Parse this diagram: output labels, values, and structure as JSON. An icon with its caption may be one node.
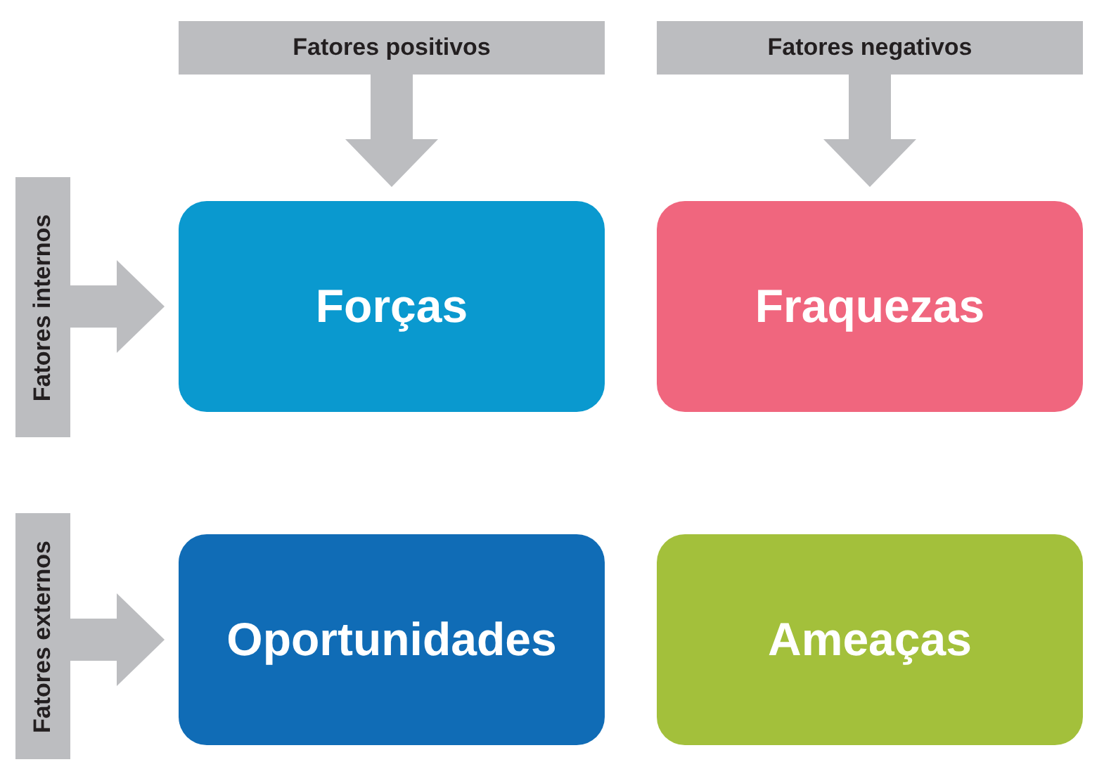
{
  "diagram": {
    "nodes": [
      {
        "text": [
          "Fatores positivos"
        ]
      },
      {
        "text": [
          "Fatores negativos"
        ]
      },
      {
        "text": [
          "Fatores internos"
        ]
      },
      {
        "text": [
          "Forças"
        ]
      },
      {
        "text": [
          "Fraquezas"
        ]
      },
      {
        "text": [
          "Fatores externos"
        ]
      },
      {
        "text": [
          "Oportunidades"
        ]
      },
      {
        "text": [
          "Ameaças"
        ]
      }
    ],
    "edges": [
      {
        "from": 0,
        "to": 3,
        "arrow": "to"
      },
      {
        "from": 1,
        "to": 4,
        "arrow": "to"
      },
      {
        "from": 2,
        "to": 3,
        "arrow": "to"
      },
      {
        "from": 5,
        "to": 6,
        "arrow": "to"
      }
    ]
  }
}
